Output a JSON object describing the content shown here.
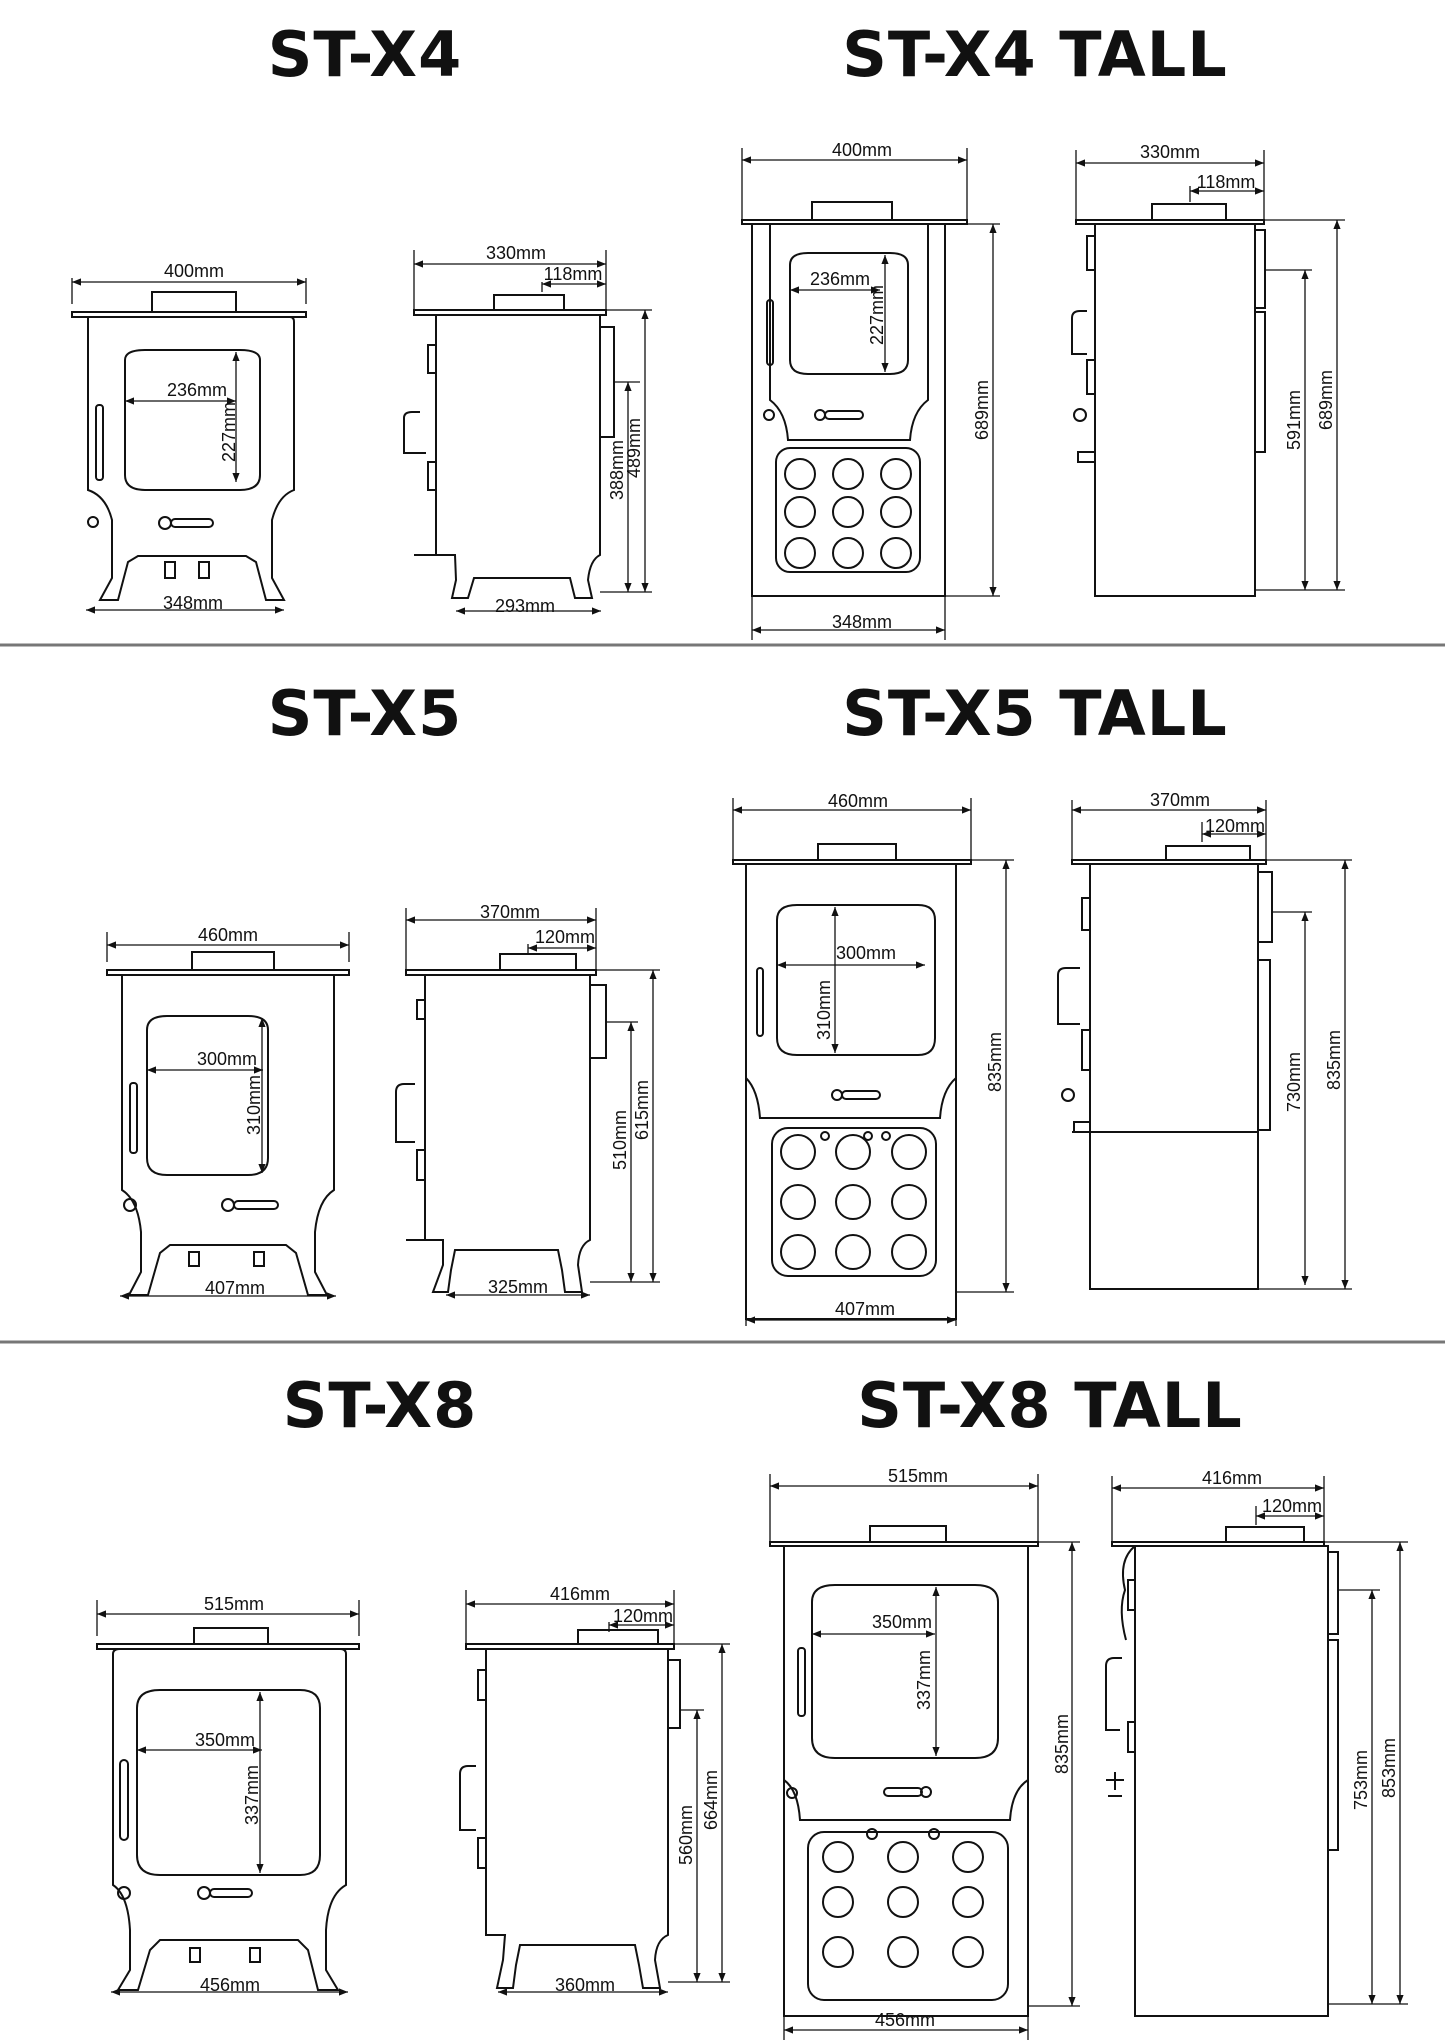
{
  "colors": {
    "ink": "#111111",
    "separator": "#777777",
    "background": "#ffffff"
  },
  "sections": [
    {
      "std": {
        "title": "ST-X4",
        "front": {
          "width": "400mm",
          "glass_w": "236mm",
          "glass_h": "227mm",
          "base": "348mm"
        },
        "side": {
          "depth": "330mm",
          "flue": "118mm",
          "inlet_h": "388mm",
          "height": "489mm",
          "base": "293mm"
        }
      },
      "tall": {
        "title": "ST-X4 TALL",
        "front": {
          "width": "400mm",
          "glass_w": "236mm",
          "glass_h": "227mm",
          "height": "689mm",
          "base": "348mm"
        },
        "side": {
          "depth": "330mm",
          "flue": "118mm",
          "inlet_h": "591mm",
          "height": "689mm"
        }
      }
    },
    {
      "std": {
        "title": "ST-X5",
        "front": {
          "width": "460mm",
          "glass_w": "300mm",
          "glass_h": "310mm",
          "base": "407mm"
        },
        "side": {
          "depth": "370mm",
          "flue": "120mm",
          "inlet_h": "510mm",
          "height": "615mm",
          "base": "325mm"
        }
      },
      "tall": {
        "title": "ST-X5 TALL",
        "front": {
          "width": "460mm",
          "glass_w": "300mm",
          "glass_h": "310mm",
          "height": "835mm",
          "base": "407mm"
        },
        "side": {
          "depth": "370mm",
          "flue": "120mm",
          "inlet_h": "730mm",
          "height": "835mm"
        }
      }
    },
    {
      "std": {
        "title": "ST-X8",
        "front": {
          "width": "515mm",
          "glass_w": "350mm",
          "glass_h": "337mm",
          "base": "456mm"
        },
        "side": {
          "depth": "416mm",
          "flue": "120mm",
          "inlet_h": "560mm",
          "height": "664mm",
          "base": "360mm"
        }
      },
      "tall": {
        "title": "ST-X8 TALL",
        "front": {
          "width": "515mm",
          "glass_w": "350mm",
          "glass_h": "337mm",
          "height": "835mm",
          "base": "456mm"
        },
        "side": {
          "depth": "416mm",
          "flue": "120mm",
          "inlet_h": "753mm",
          "height": "853mm"
        }
      }
    }
  ]
}
